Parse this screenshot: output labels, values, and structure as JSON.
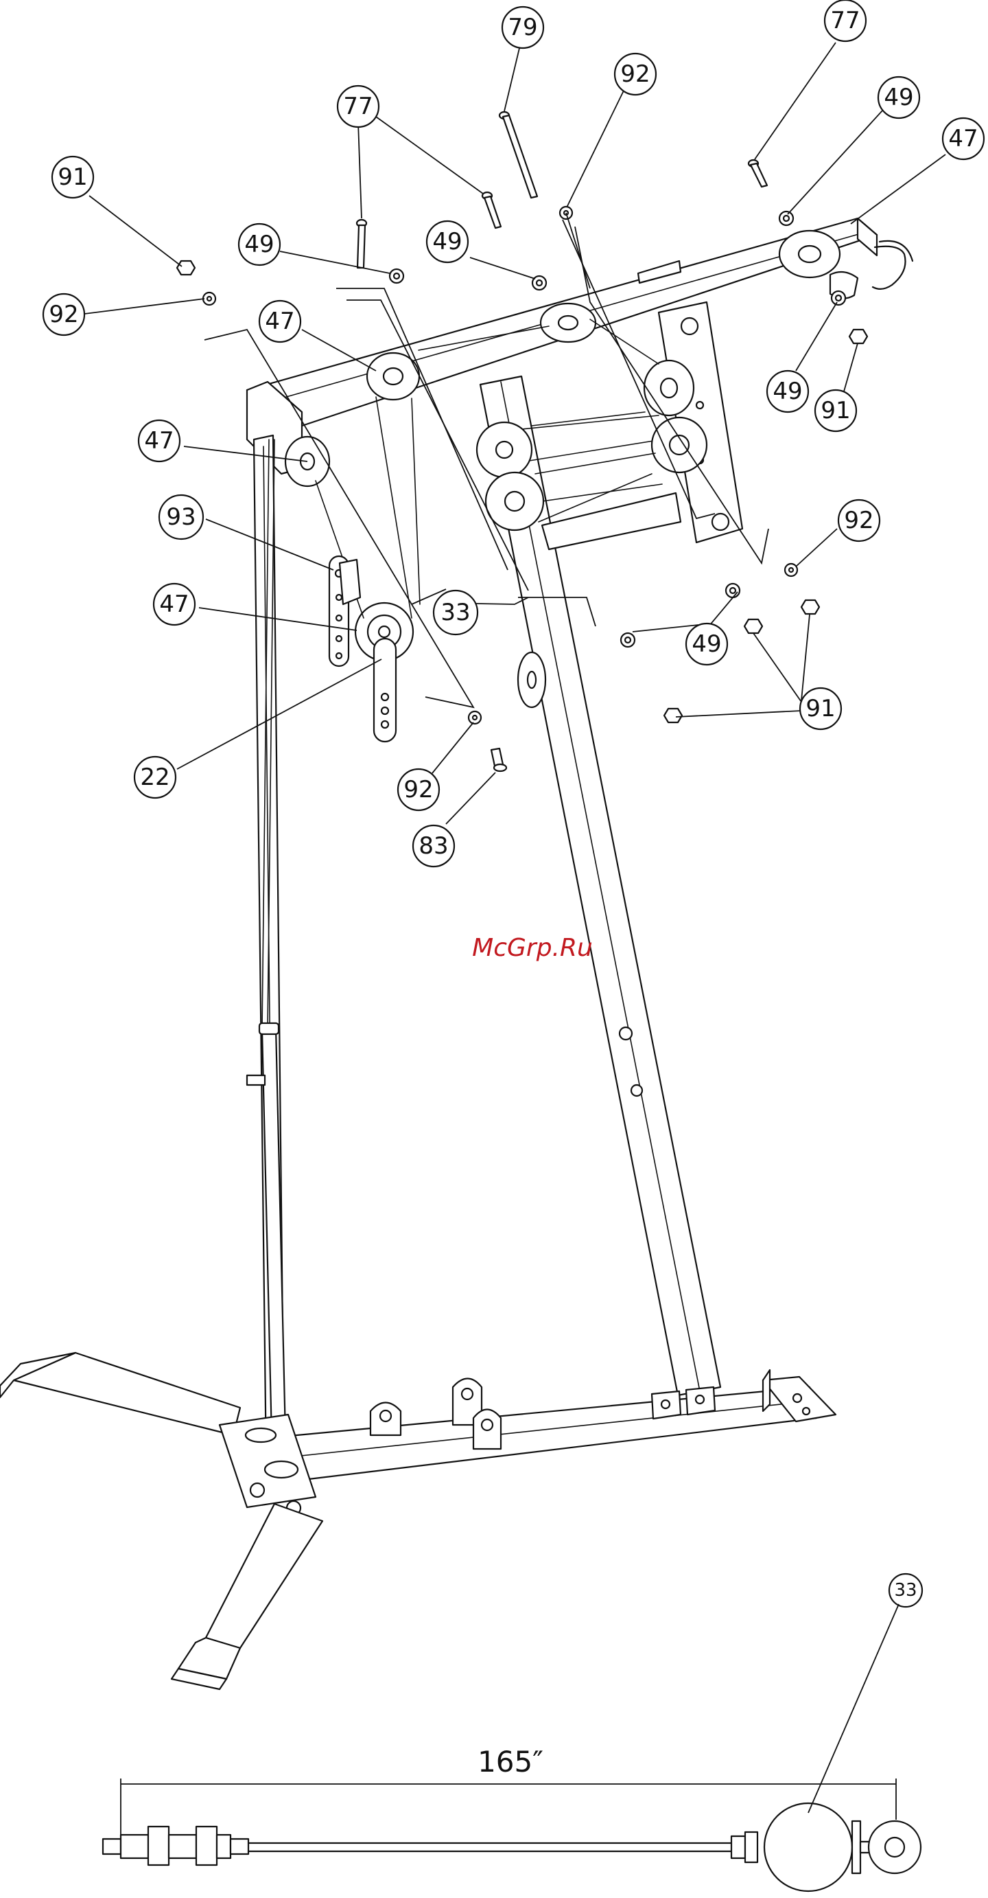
{
  "watermark": "McGrp.Ru",
  "dimension_label": "165″",
  "callouts": [
    {
      "id": "c-91-a",
      "label": "91"
    },
    {
      "id": "c-92-a",
      "label": "92"
    },
    {
      "id": "c-77-a",
      "label": "77"
    },
    {
      "id": "c-79",
      "label": "79"
    },
    {
      "id": "c-92-b",
      "label": "92"
    },
    {
      "id": "c-77-b",
      "label": "77"
    },
    {
      "id": "c-49-a",
      "label": "49"
    },
    {
      "id": "c-47-a",
      "label": "47"
    },
    {
      "id": "c-49-b",
      "label": "49"
    },
    {
      "id": "c-49-c",
      "label": "49"
    },
    {
      "id": "c-47-b",
      "label": "47"
    },
    {
      "id": "c-47-c",
      "label": "47"
    },
    {
      "id": "c-49-d",
      "label": "49"
    },
    {
      "id": "c-91-b",
      "label": "91"
    },
    {
      "id": "c-93",
      "label": "93"
    },
    {
      "id": "c-92-c",
      "label": "92"
    },
    {
      "id": "c-47-d",
      "label": "47"
    },
    {
      "id": "c-33-a",
      "label": "33"
    },
    {
      "id": "c-49-e",
      "label": "49"
    },
    {
      "id": "c-22",
      "label": "22"
    },
    {
      "id": "c-91-c",
      "label": "91"
    },
    {
      "id": "c-92-d",
      "label": "92"
    },
    {
      "id": "c-83",
      "label": "83"
    },
    {
      "id": "c-33-b",
      "label": "33"
    }
  ]
}
